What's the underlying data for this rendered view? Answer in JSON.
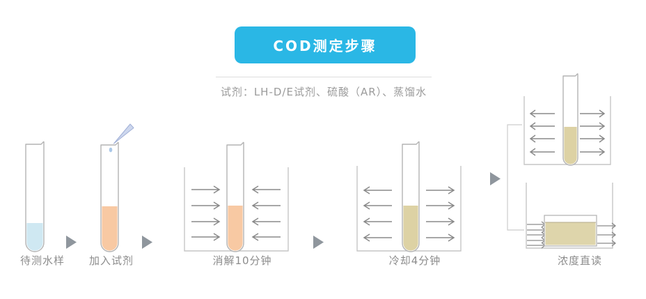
{
  "header": {
    "badge_label": "COD测定步骤",
    "badge_color": "#2ab7e5",
    "badge_text_color": "#ffffff"
  },
  "reagents_note": {
    "text": "试剂：LH-D/E试剂、硫酸（AR）、蒸馏水"
  },
  "steps": [
    {
      "label": "待测水样"
    },
    {
      "label": "加入试剂"
    },
    {
      "label": "消解10分钟"
    },
    {
      "label": "冷却4分钟"
    },
    {
      "label": "浓度直读"
    }
  ],
  "colors": {
    "accent_cyan": "#2ab7e5",
    "sample_liquid_blue": "#cfe8f2",
    "reagent_liquid_orange": "#f8c9a3",
    "reacted_liquid_tan": "#ddd2a4",
    "cuvette_liquid_tan": "#ded5ab",
    "tube_outline_gray": "#b3b3b3",
    "container_gray": "#c6c6c6",
    "arrow_gray": "#8a8a8a",
    "flow_triangle_gray": "#8f969d",
    "label_gray": "#8c8c8c",
    "pipette_blue": "#cdd7ee",
    "drop_blue": "#abc8e8",
    "white": "#ffffff"
  }
}
